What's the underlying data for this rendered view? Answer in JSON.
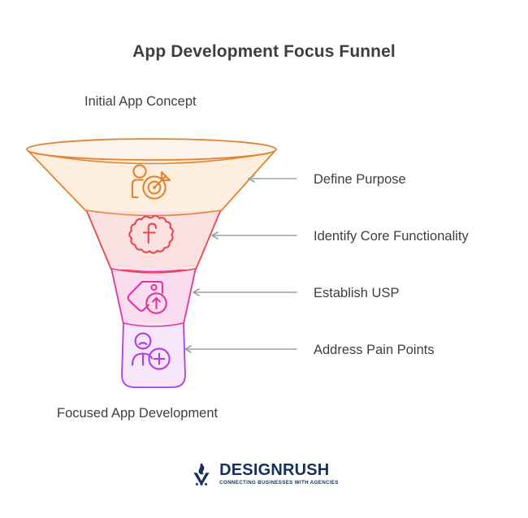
{
  "chart_data": {
    "type": "funnel",
    "title": "App Development Focus Funnel",
    "top_caption": "Initial App Concept",
    "bottom_caption": "Focused App Development",
    "grid": false,
    "legend_position": "right-callout",
    "stages": [
      {
        "label": "Define Purpose",
        "icon": "person-target-icon",
        "fill": "#fdeedd",
        "stroke": "#e08432",
        "width_fraction": 1.0
      },
      {
        "label": "Identify Core Functionality",
        "icon": "gear-f-icon",
        "fill": "#fbe1e1",
        "stroke": "#e8474b",
        "width_fraction": 0.63
      },
      {
        "label": "Establish USP",
        "icon": "price-tag-arrow-up-icon",
        "fill": "#fbdcef",
        "stroke": "#e0379f",
        "width_fraction": 0.39
      },
      {
        "label": "Address Pain Points",
        "icon": "person-plus-icon",
        "fill": "#f6e7fb",
        "stroke": "#b43ae8",
        "width_fraction": 0.3
      }
    ]
  },
  "colors": {
    "title": "#3c4043",
    "label": "#3c4043",
    "connector": "#9aa0a6",
    "brand": "#16305c",
    "background": "#ffffff"
  },
  "brand": {
    "name": "DESIGNRUSH",
    "tagline": "CONNECTING BUSINESSES WITH AGENCIES",
    "mark": "torch-v-icon"
  }
}
